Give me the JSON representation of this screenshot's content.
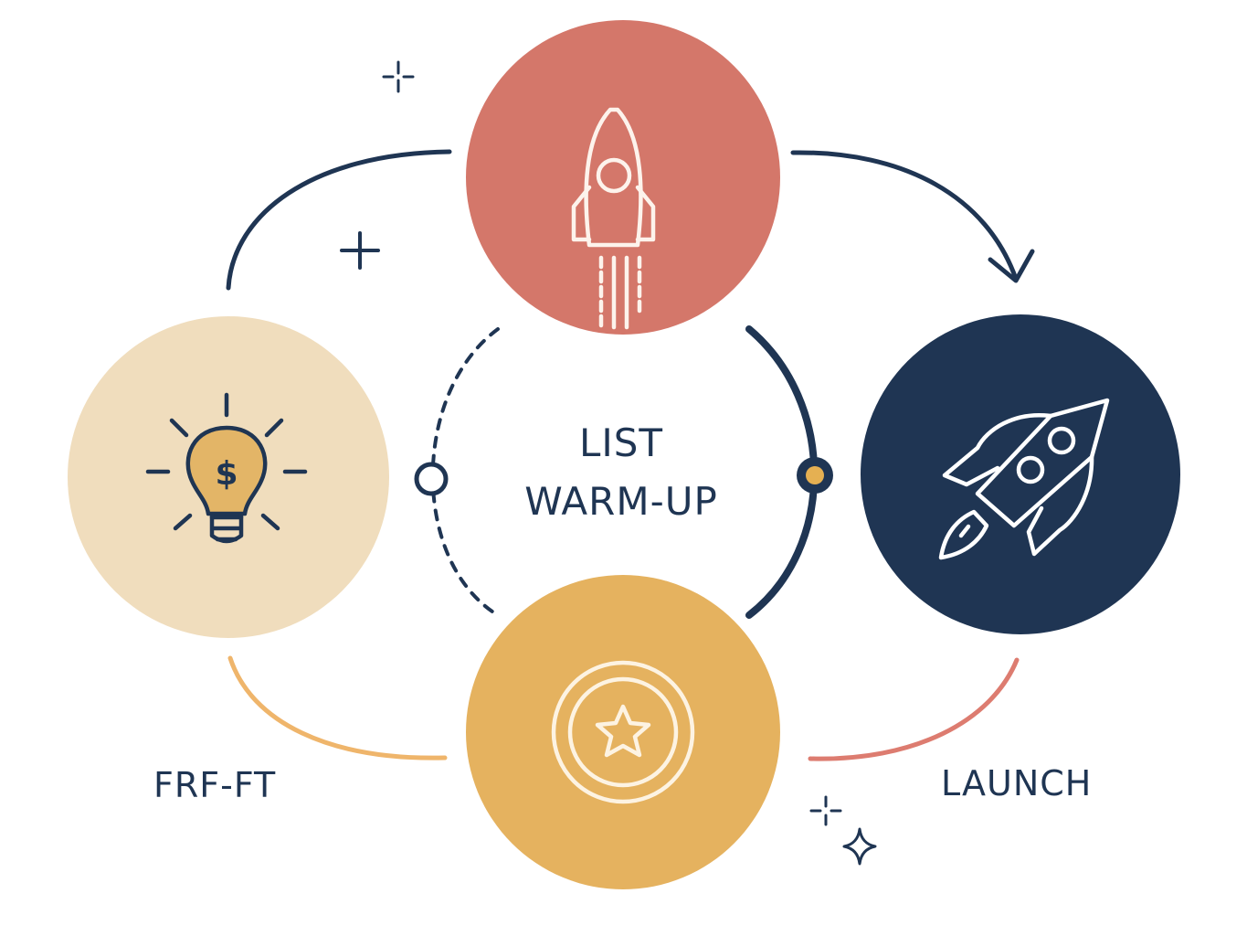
{
  "labels": {
    "center_line1": "LIST",
    "center_line2": "WARM-UP",
    "left": "FRF-FT",
    "right": "LAUNCH"
  },
  "nodes": [
    {
      "id": "top",
      "icon": "rocket-upright-icon",
      "color": "#d4776a"
    },
    {
      "id": "left",
      "icon": "lightbulb-dollar-icon",
      "color": "#f0ddbd"
    },
    {
      "id": "right",
      "icon": "rocket-diagonal-icon",
      "color": "#1f3553"
    },
    {
      "id": "bottom",
      "icon": "star-badge-icon",
      "color": "#e5b25f"
    }
  ],
  "colors": {
    "navy": "#1f3553",
    "coral": "#d4776a",
    "cream": "#f0ddbd",
    "gold": "#e5b25f",
    "gold_dot": "#e5b052",
    "line_orange": "#efb56b",
    "line_coral": "#dd7c70"
  }
}
